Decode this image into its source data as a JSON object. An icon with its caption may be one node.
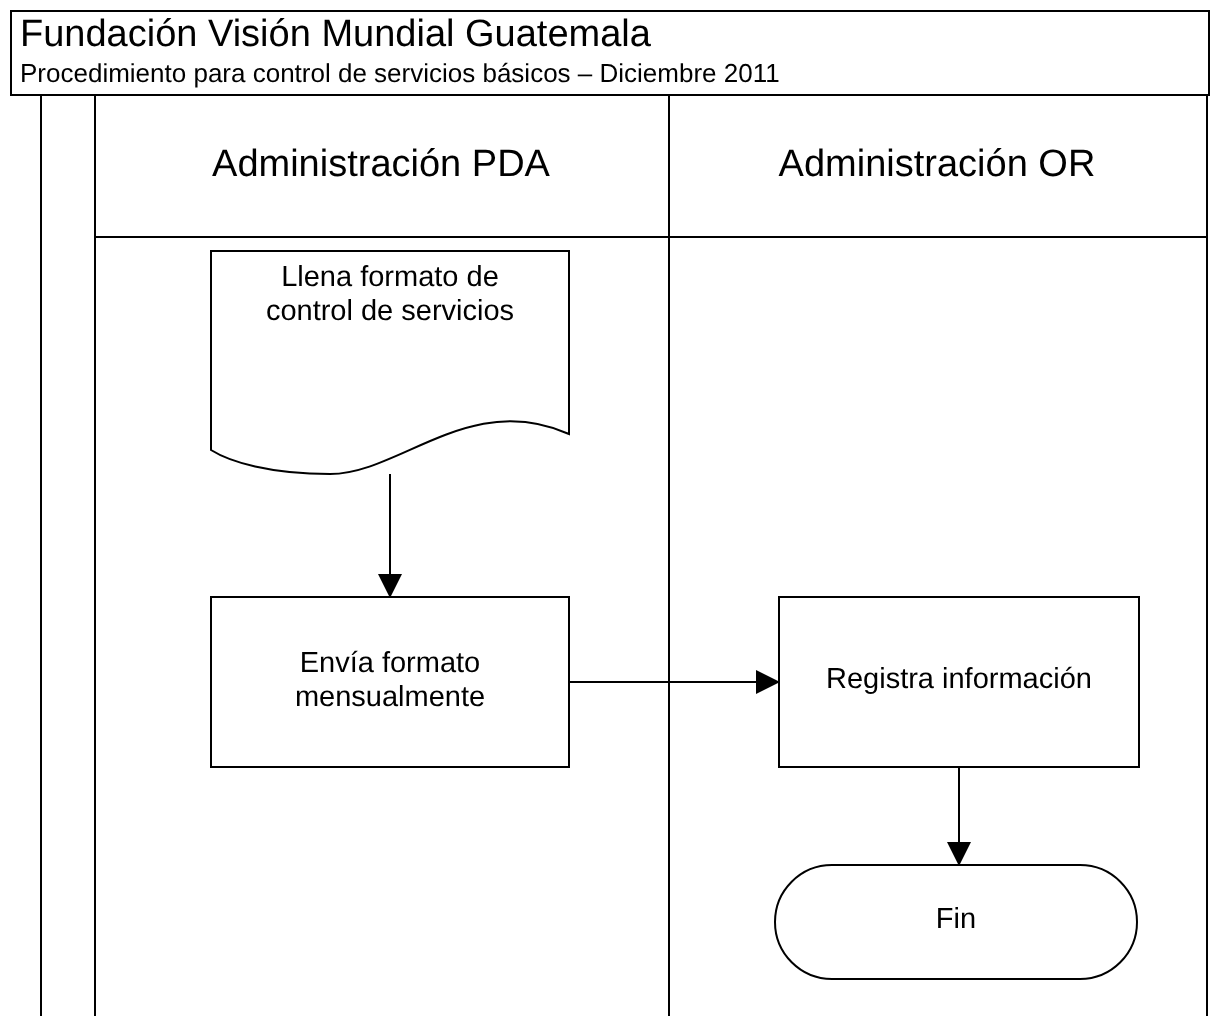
{
  "diagram": {
    "title": "Fundación Visión Mundial Guatemala",
    "nodes": [
      {
        "text": [
          "Administración PDA"
        ]
      },
      {
        "text": [
          "Administración OR"
        ]
      },
      {
        "text": [
          "Llena formato de control de servicios"
        ],
        "in": 0
      },
      {
        "text": [
          "Envía formato mensualmente"
        ],
        "in": 0
      },
      {
        "text": [
          "Registra información"
        ],
        "in": 1
      },
      {
        "text": [
          "Fin"
        ],
        "in": 1
      }
    ],
    "edges": [
      {
        "from": 2,
        "to": 3,
        "arrow": "to"
      },
      {
        "from": 3,
        "to": 4,
        "arrow": "to"
      },
      {
        "from": 4,
        "to": 5,
        "arrow": "to"
      }
    ],
    "labels": [
      "Procedimiento para control de servicios básicos – Diciembre 2011"
    ]
  }
}
